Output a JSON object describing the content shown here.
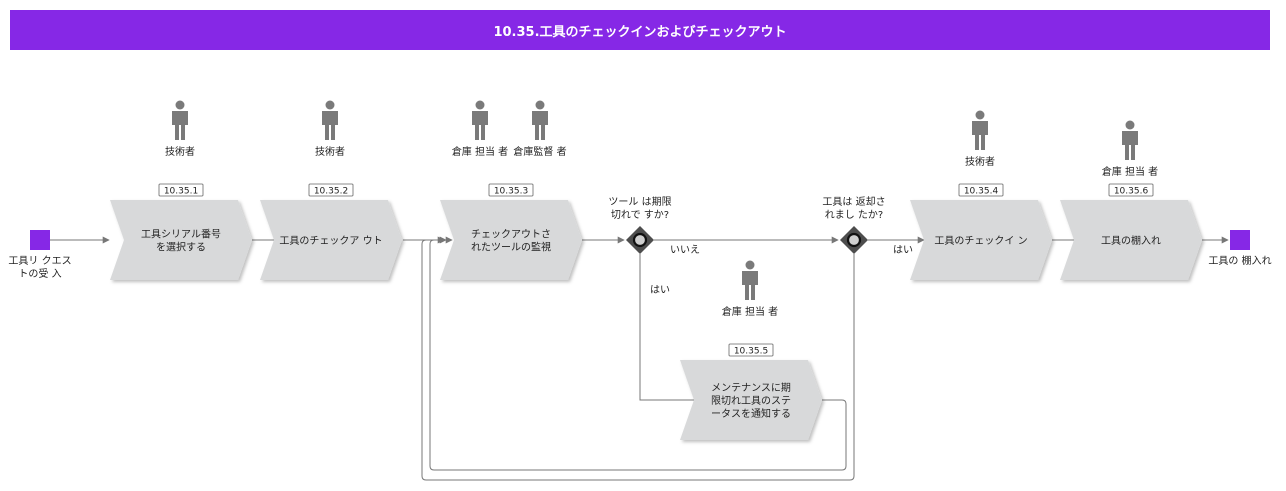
{
  "diagram": {
    "title": "10.35.工具のチェックインおよびチェックアウト",
    "colors": {
      "title_bg": "#8628e6",
      "event": "#8628e6",
      "process_fill": "#d8d9da",
      "actor": "#7a7a7a",
      "gateway": "#4d4d4d",
      "edge": "#777777"
    },
    "events": {
      "start": {
        "label": [
          "工具リ クエス",
          "トの受 入"
        ]
      },
      "end": {
        "label": [
          "工具の 棚入れ"
        ]
      }
    },
    "processes": [
      {
        "id": "10.35.1",
        "label": [
          "工具シリアル番号",
          "を選択する"
        ],
        "roles": [
          "技術者"
        ]
      },
      {
        "id": "10.35.2",
        "label": [
          "工具のチェックア ウト"
        ],
        "roles": [
          "技術者"
        ]
      },
      {
        "id": "10.35.3",
        "label": [
          "チェックアウトさ",
          "れたツールの監視"
        ],
        "roles": [
          "倉庫 担当 者",
          "倉庫監督 者"
        ]
      },
      {
        "id": "10.35.4",
        "label": [
          "工具のチェックイ ン"
        ],
        "roles": [
          "技術者"
        ]
      },
      {
        "id": "10.35.6",
        "label": [
          "工具の棚入れ"
        ],
        "roles": [
          "倉庫 担当 者"
        ]
      },
      {
        "id": "10.35.5",
        "label": [
          "メンテナンスに期",
          "限切れ工具のステ",
          "ータスを通知する"
        ],
        "roles": [
          "倉庫 担当 者"
        ]
      }
    ],
    "gateways": [
      {
        "question": [
          "ツール は期限",
          "切れで すか?"
        ],
        "no_label": "いいえ",
        "yes_label": "はい"
      },
      {
        "question": [
          "工具は 返却さ",
          "れまし たか?"
        ],
        "yes_label": "はい"
      }
    ]
  }
}
